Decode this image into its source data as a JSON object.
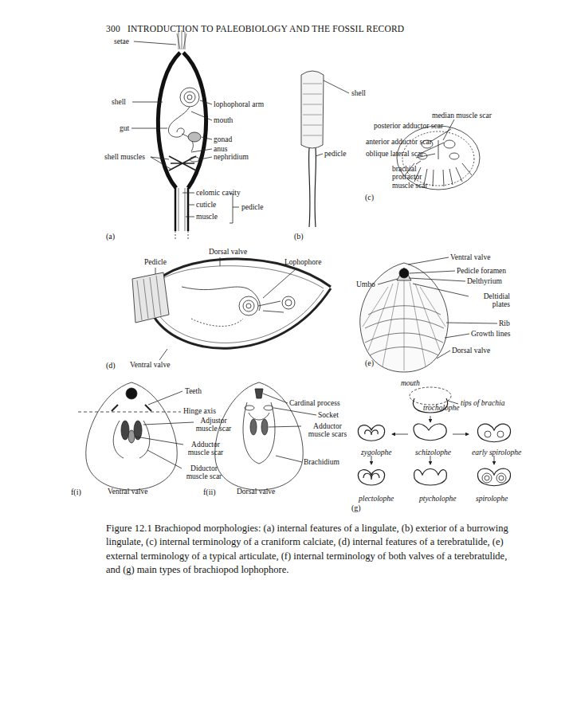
{
  "diagram": {
    "caption": "Figure 12.1 Brachiopod morphologies: (a) internal features of a lingulate, (b) exterior of a burrowing lingulate, (c) internal terminology of a craniform calciate, (d) internal features of a terebratulide, (e) external terminology of a typical articulate, (f) internal terminology of both valves of a terebratulide, and (g) main types of brachiopod lophophore.",
    "labels": [
      "300",
      "INTRODUCTION TO PALEOBIOLOGY AND THE FOSSIL RECORD",
      "setae",
      "shell",
      "lophophoral arm",
      "mouth",
      "gut",
      "gonad",
      "anus",
      "nephridium",
      "shell muscles",
      "celomic cavity",
      "cuticle",
      "muscle",
      "pedicle",
      "(a)",
      "shell",
      "pedicle",
      "(b)",
      "median muscle scar",
      "posterior adductor scar",
      "anterior adductor scar",
      "oblique lateral scar",
      "brachial protractor muscle scar",
      "(c)",
      "Dorsal valve",
      "Pedicle",
      "Lophophore",
      "(d)",
      "Ventral valve",
      "Ventral valve",
      "Pedicle foramen",
      "Umbo",
      "Delthyrium",
      "Deltidial plates",
      "Rib",
      "Growth lines",
      "Dorsal valve",
      "(e)",
      "Teeth",
      "Hinge axis",
      "Adjustor muscle scar",
      "Adductor muscle scar",
      "Diductor muscle scar",
      "f(i)",
      "Ventral valve",
      "Cardinal process",
      "Socket",
      "Adductor muscle scars",
      "Brachidium",
      "f(ii)",
      "Dorsal valve",
      "mouth",
      "trocholophe",
      "tips of brachia",
      "zygolophe",
      "schizolophe",
      "early spirolophe",
      "plectolophe",
      "ptycholophe",
      "spirolophe",
      "(g)"
    ]
  }
}
